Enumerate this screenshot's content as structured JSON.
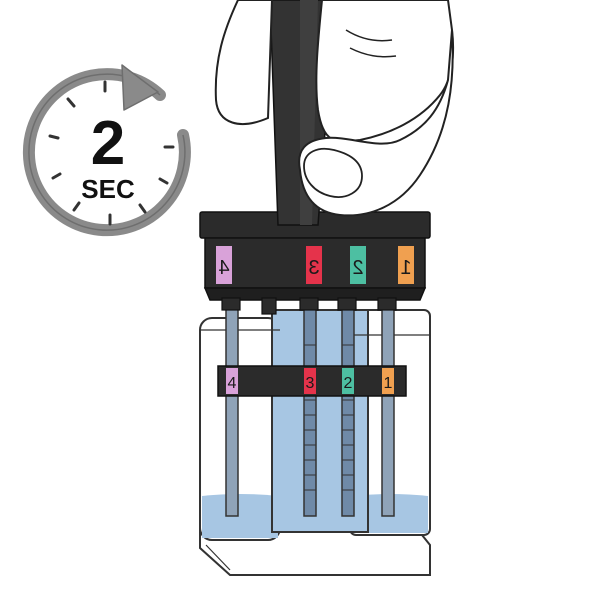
{
  "timer": {
    "value": "2",
    "unit": "SEC",
    "dial_color": "#8a8a8a",
    "arrow_icon": "clockwise-arrow-icon"
  },
  "handle_labels": [
    {
      "number": "4",
      "color": "#d9a2d9"
    },
    {
      "number": "3",
      "color": "#e5334b"
    },
    {
      "number": "2",
      "color": "#4dbfa2"
    },
    {
      "number": "1",
      "color": "#f0a050"
    }
  ],
  "strip_labels": [
    {
      "number": "4",
      "color": "#d9a2d9"
    },
    {
      "number": "3",
      "color": "#e5334b"
    },
    {
      "number": "2",
      "color": "#4dbfa2"
    },
    {
      "number": "1",
      "color": "#f0a050"
    }
  ],
  "colors": {
    "handle": "#2b2b2b",
    "water": "#a7c6e3",
    "water_dark": "#8fb3d6",
    "strip": "#6f7f90",
    "container_outline": "#333333"
  }
}
